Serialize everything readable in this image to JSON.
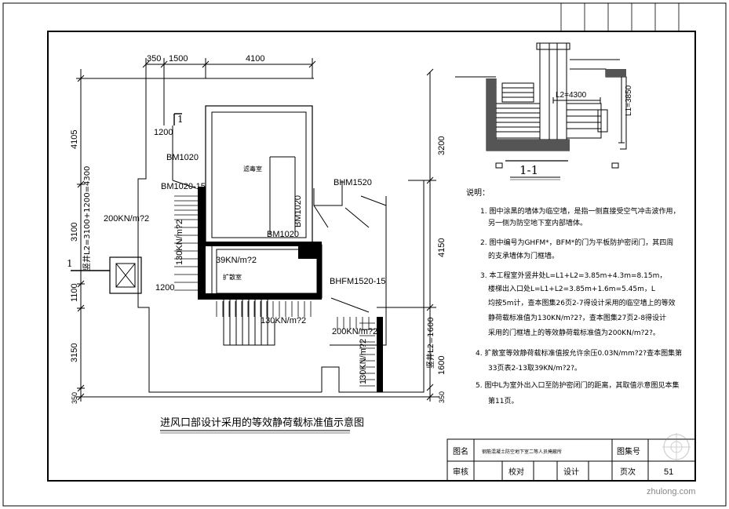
{
  "drawing": {
    "title": "进风口部设计采用的等效静荷载标准值示意图",
    "section_label": "1-1",
    "section_marker": "1",
    "section_marker_top": "1"
  },
  "dims_top": [
    "350",
    "1500",
    "4100"
  ],
  "dims_left": [
    "4105",
    "3100",
    "1100",
    "3150",
    "350"
  ],
  "dim_left_long": "竖井L2=3100+1200=4300",
  "dims_right": [
    "3200",
    "4150",
    "1600",
    "350"
  ],
  "dim_right_long": "竖井L2=1600",
  "plan_labels": {
    "bm1020_a": "BM1020",
    "bm1020_15": "BM1020-15",
    "bhm1520": "BHM1520",
    "bm1020_v": "BM1020",
    "bm1020_b": "BM1020",
    "bhfm1520_15": "BHFM1520-15",
    "room_top": "滤毒室",
    "room_mid": "扩散室",
    "d1200_a": "1200",
    "d1200_b": "1200"
  },
  "loads": {
    "l200_a": "200KN/m?2",
    "l130_a": "130KN/m?2",
    "l39": "39KN/m?2",
    "l130_b": "130KN/m?2",
    "l200_b": "200KN/m?2",
    "l130_c": "130KN/m?2"
  },
  "section_dims": {
    "l2": "L2=4300",
    "l1": "L1=3850"
  },
  "notes": {
    "heading": "说明：",
    "n1a": "1.  图中涂黑的墙体为临空墙，是指一侧直接受空气冲击波作用，",
    "n1b": "另一侧为防空地下室内部墙体。",
    "n2a": "2.  图中编号为GHFM*，BFM*的门为平板防护密闭门，其四周",
    "n2b": "的支承墙体为门框墙。",
    "n3a": "3.  本工程室外竖井处L=L1+L2=3.85m+4.3m=8.15m，",
    "n3b": "楼梯出入口处L=L1+L2=3.85m+1.6m=5.45m，L",
    "n3c": "均按5m计，查本图集26页2-7得设计采用的临空墙上的等效",
    "n3d": "静荷载标准值为130KN/m?2?，查本图集27页2-8得设计",
    "n3e": "采用的门框墙上的等效静荷载标准值为200KN/m?2?。",
    "n4a": "4.  扩散室等效静荷载标准值按允许余压0.03N/mm?2?查本图集第",
    "n4b": "33页表2-13取39KN/m?2?。",
    "n5a": "5.  图中L为室外出入口至防护密闭门的距离，其取值示意图见本集",
    "n5b": "第11页。"
  },
  "title_block": {
    "label_name": "图名",
    "name": "钢筋混凝土防空地下室二等人员掩蔽所",
    "label_atlas": "图集号",
    "label_review": "审核",
    "label_check": "校对",
    "label_design": "设计",
    "label_page": "页次",
    "page": "51"
  },
  "watermark": "zhulong.com"
}
